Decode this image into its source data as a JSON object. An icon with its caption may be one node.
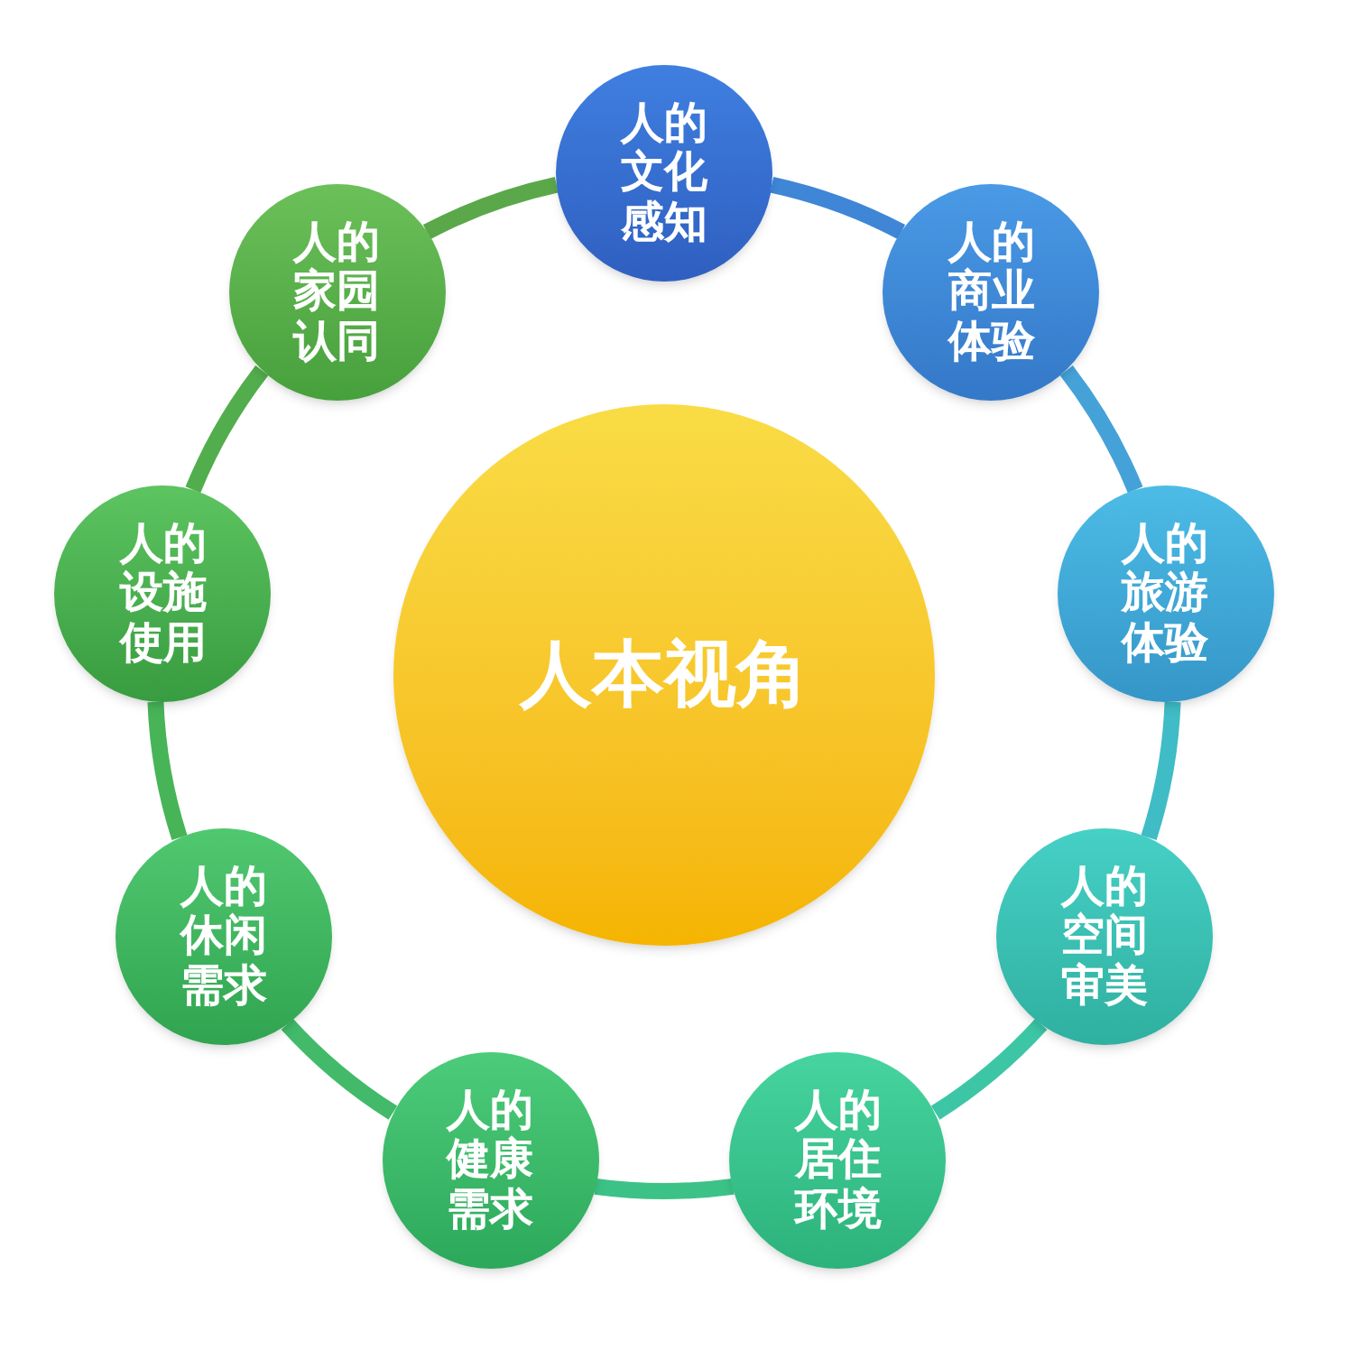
{
  "diagram": {
    "nodes": [
      {
        "text": [
          "人本视角"
        ]
      },
      {
        "text": [
          "人的文化感知"
        ]
      },
      {
        "text": [
          "人的商业体验"
        ]
      },
      {
        "text": [
          "人的旅游体验"
        ]
      },
      {
        "text": [
          "人的空间审美"
        ]
      },
      {
        "text": [
          "人的居住环境"
        ]
      },
      {
        "text": [
          "人的健康需求"
        ]
      },
      {
        "text": [
          "人的休闲需求"
        ]
      },
      {
        "text": [
          "人的设施使用"
        ]
      },
      {
        "text": [
          "人的家园认同"
        ]
      }
    ],
    "edges": [
      {
        "from": 1,
        "to": 2,
        "arrow": "none",
        "color": "#3f86d6"
      },
      {
        "from": 2,
        "to": 3,
        "arrow": "none",
        "color": "#44a2d8"
      },
      {
        "from": 3,
        "to": 4,
        "arrow": "none",
        "color": "#3fbcc6"
      },
      {
        "from": 4,
        "to": 5,
        "arrow": "none",
        "color": "#3cc6a6"
      },
      {
        "from": 5,
        "to": 6,
        "arrow": "none",
        "color": "#3cc286"
      },
      {
        "from": 6,
        "to": 7,
        "arrow": "none",
        "color": "#42ba6a"
      },
      {
        "from": 7,
        "to": 8,
        "arrow": "none",
        "color": "#48b458"
      },
      {
        "from": 8,
        "to": 9,
        "arrow": "none",
        "color": "#52ae4c"
      },
      {
        "from": 9,
        "to": 1,
        "arrow": "none",
        "color": "#5aa84a"
      }
    ]
  }
}
